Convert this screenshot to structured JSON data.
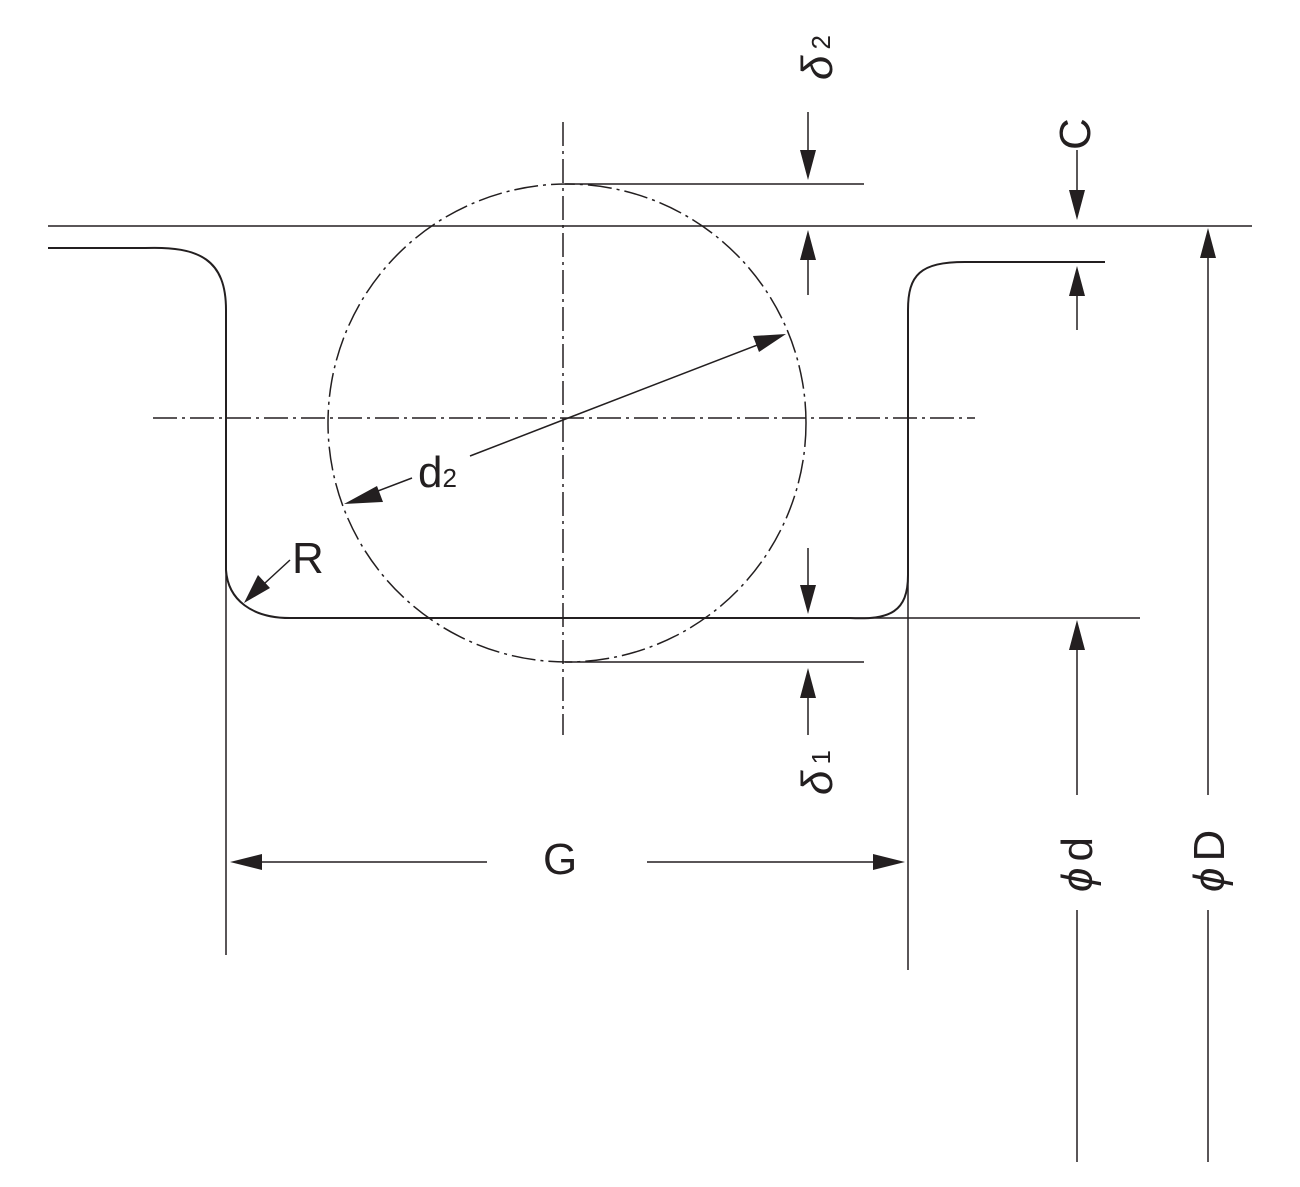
{
  "labels": {
    "delta2": "δ",
    "delta2_sub": "2",
    "delta1": "δ",
    "delta1_sub": "1",
    "c": "C",
    "d2": "d",
    "d2_sub": "2",
    "r": "R",
    "g": "G",
    "phi_d_symbol": "ϕ",
    "phi_d_letter": "d",
    "phi_D_symbol": "ϕ",
    "phi_D_letter": "D"
  },
  "colors": {
    "ink": "#231f20",
    "background": "#ffffff"
  }
}
